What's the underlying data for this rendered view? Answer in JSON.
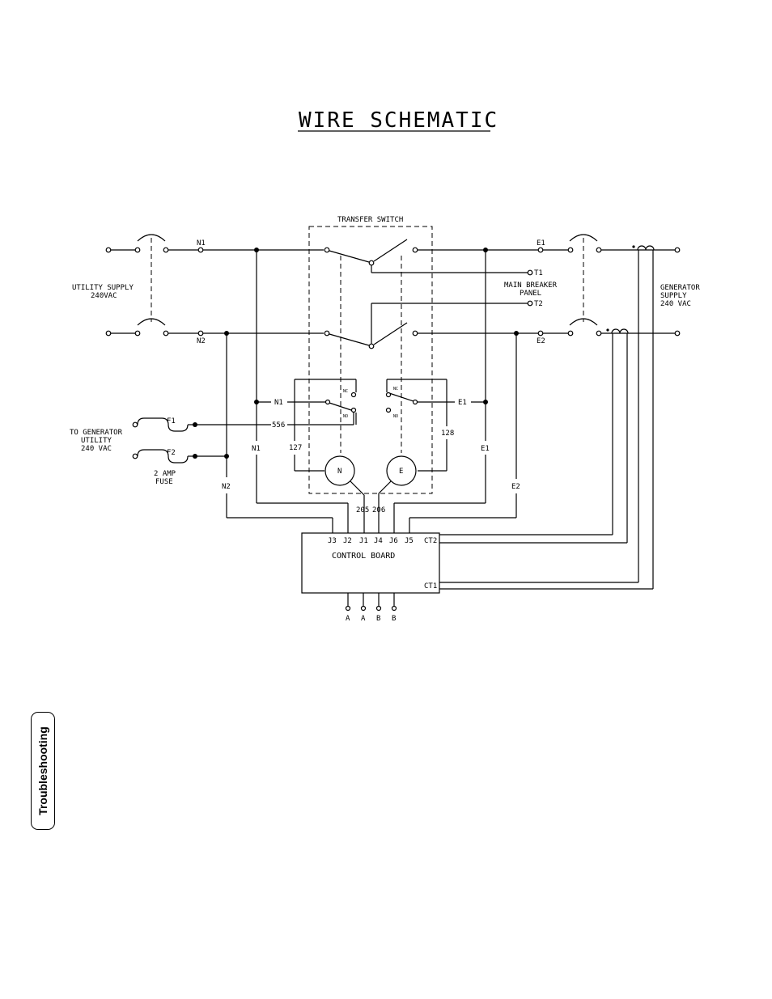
{
  "title": "WIRE SCHEMATIC",
  "side_tab": "Troubleshooting",
  "labels": {
    "transfer_switch": "TRANSFER SWITCH",
    "utility_supply": [
      "UTILITY SUPPLY",
      "240VAC"
    ],
    "main_breaker_panel": [
      "MAIN BREAKER",
      "PANEL"
    ],
    "generator_supply": [
      "GENERATOR",
      "SUPPLY",
      "240 VAC"
    ],
    "to_generator_utility": [
      "TO GENERATOR",
      "UTILITY",
      "240 VAC"
    ],
    "fuse": [
      "2 AMP",
      "FUSE"
    ],
    "control_board": "CONTROL BOARD"
  },
  "nodes": {
    "n1": "N1",
    "n2": "N2",
    "e1": "E1",
    "e2": "E2",
    "t1": "T1",
    "t2": "T2",
    "f1": "F1",
    "f2": "F2",
    "nc": "NC",
    "no": "NO",
    "motor_n": "N",
    "motor_e": "E"
  },
  "wires": {
    "w556": "556",
    "w127": "127",
    "w128": "128",
    "w205": "205",
    "w206": "206"
  },
  "board_pins": [
    "J3",
    "J2",
    "J1",
    "J4",
    "J6",
    "J5"
  ],
  "board_ct": {
    "ct1": "CT1",
    "ct2": "CT2"
  },
  "bottom_terminals": [
    "A",
    "A",
    "B",
    "B"
  ]
}
